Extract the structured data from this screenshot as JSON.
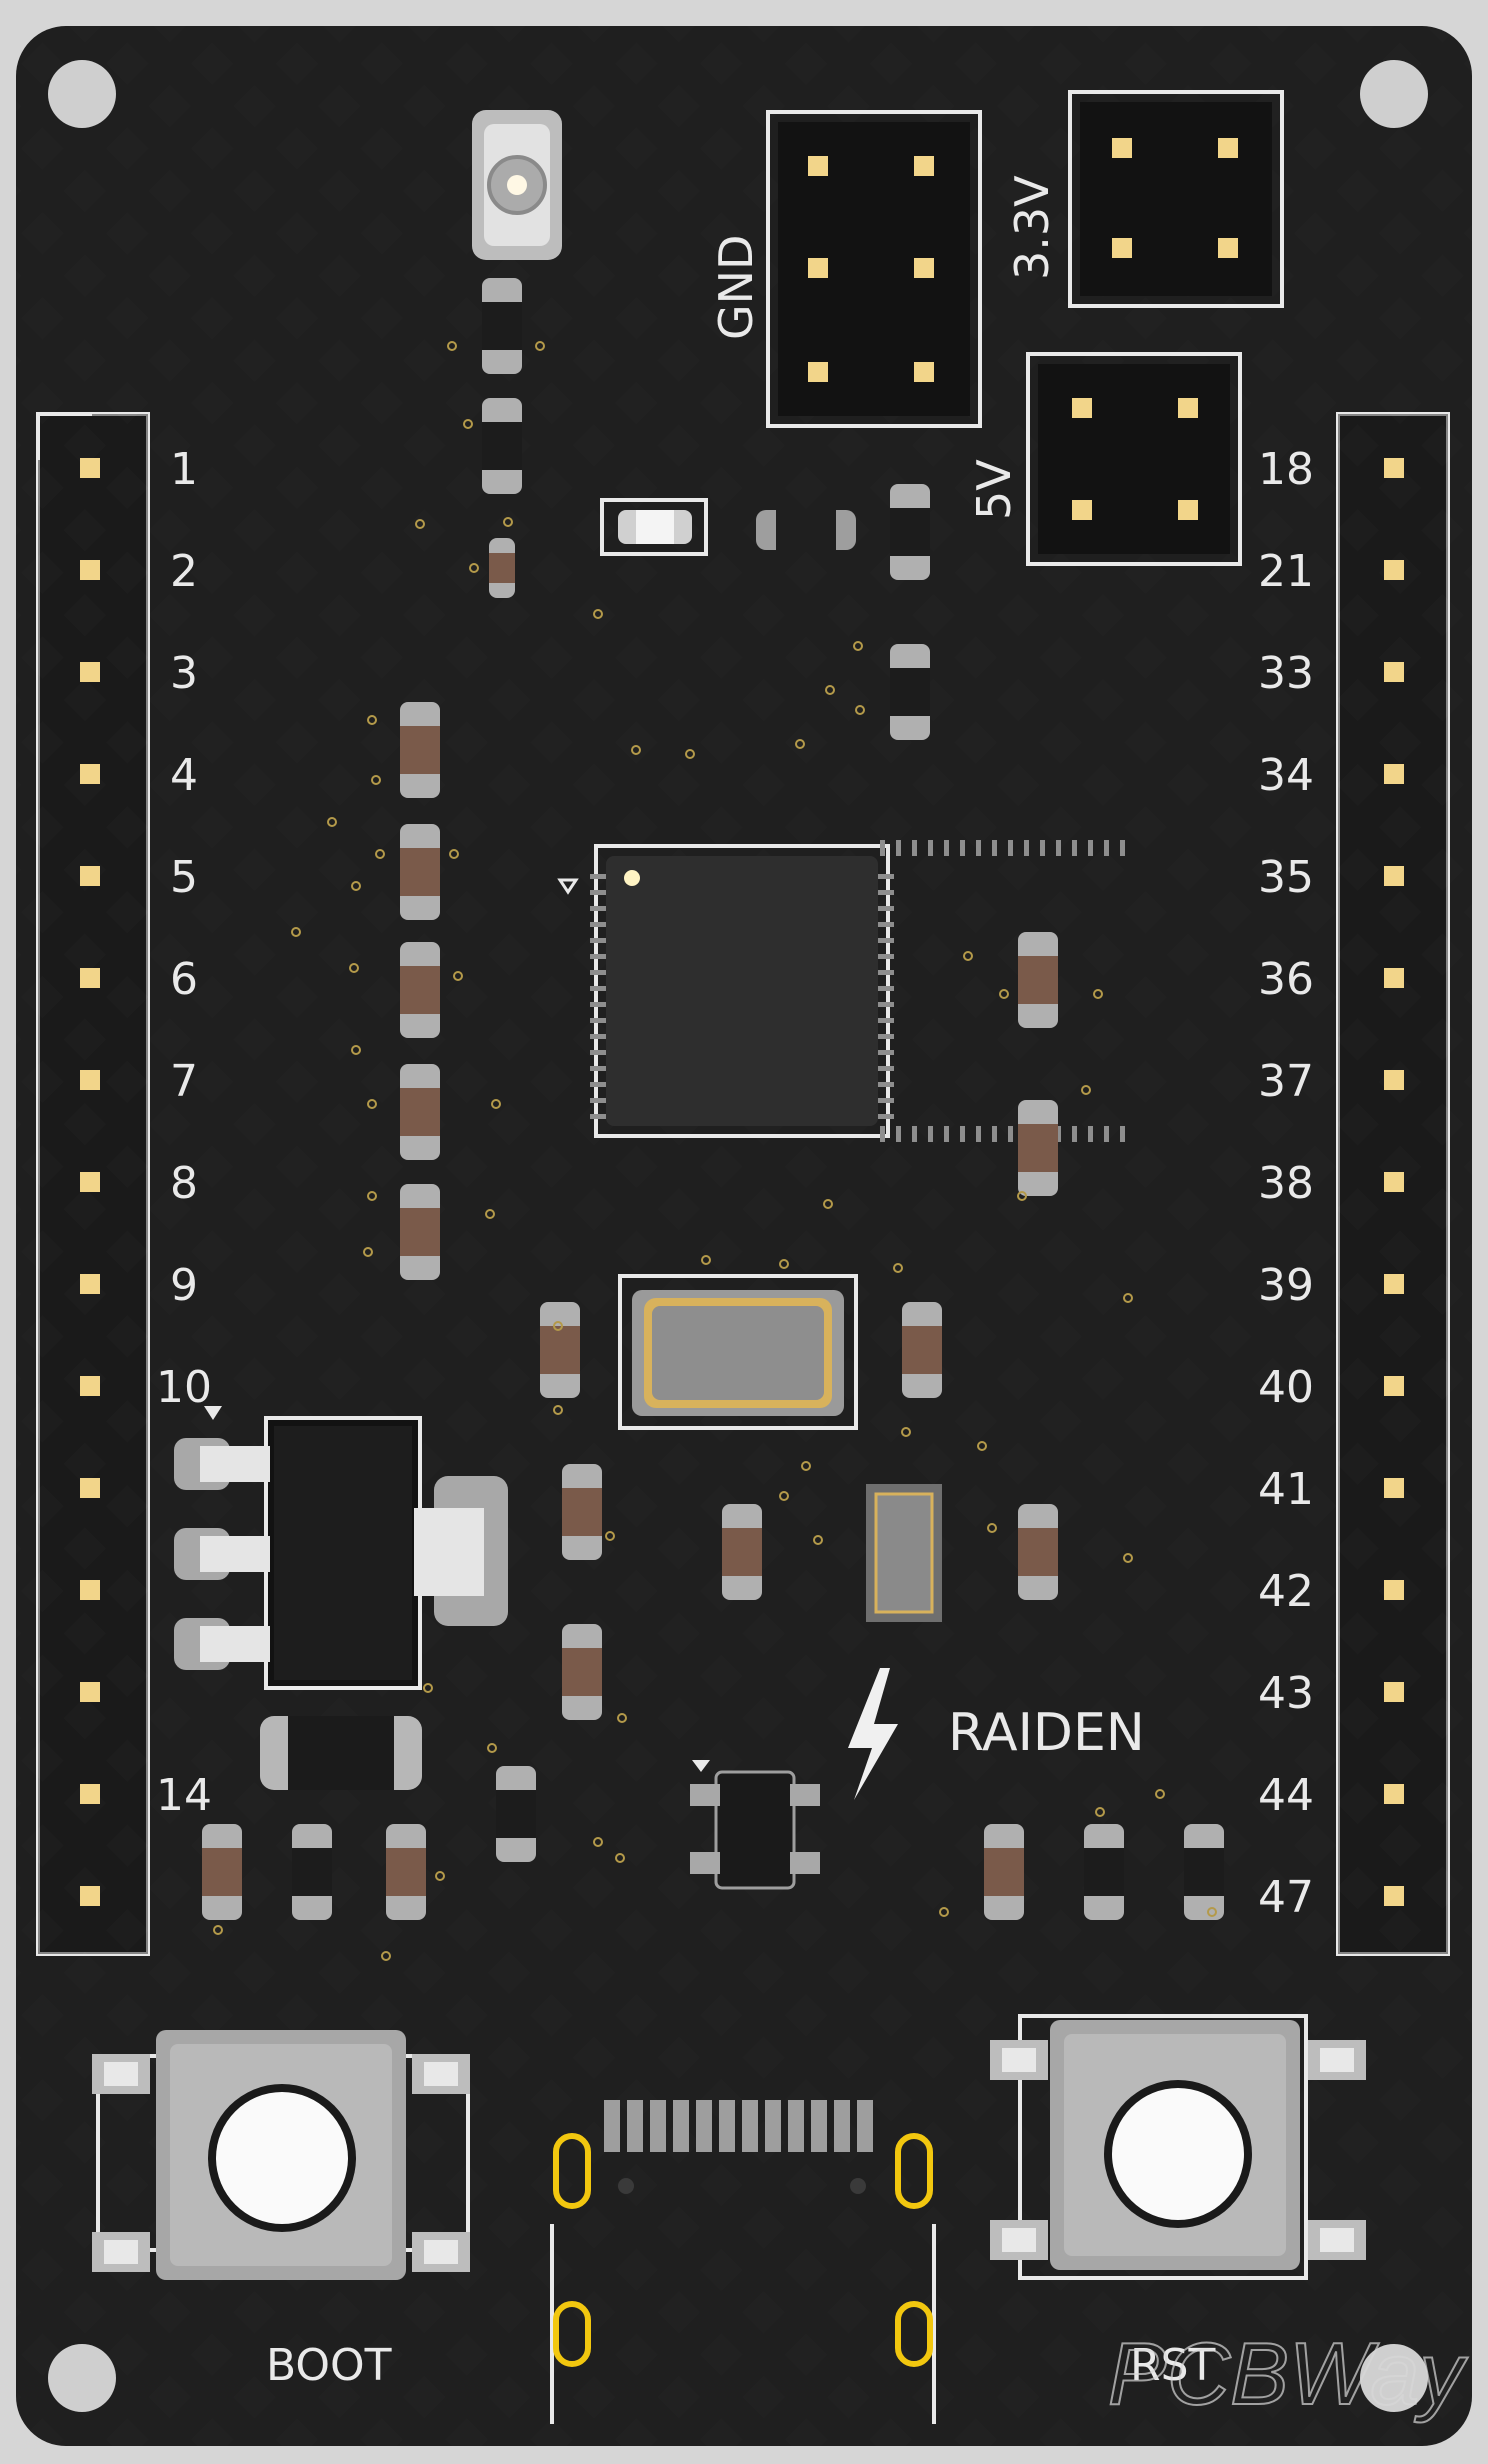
{
  "board": {
    "brand_text": "RAIDEN",
    "left_pin_labels": [
      "1",
      "2",
      "3",
      "4",
      "5",
      "6",
      "7",
      "8",
      "9",
      "10",
      "",
      "",
      "",
      "14",
      ""
    ],
    "right_pin_labels": [
      "18",
      "21",
      "33",
      "34",
      "35",
      "36",
      "37",
      "38",
      "39",
      "40",
      "41",
      "42",
      "43",
      "44",
      "47"
    ],
    "header_labels": {
      "gnd": "GND",
      "v33": "3.3V",
      "v5": "5V"
    },
    "button_labels": {
      "boot": "BOOT",
      "rst": "RST"
    },
    "watermark": "PCBWay",
    "colors": {
      "board": "#1f1f1f",
      "silkscreen": "#e9e9e9",
      "pad_gold": "#f2d58a",
      "background": "#d6d6d6"
    }
  }
}
